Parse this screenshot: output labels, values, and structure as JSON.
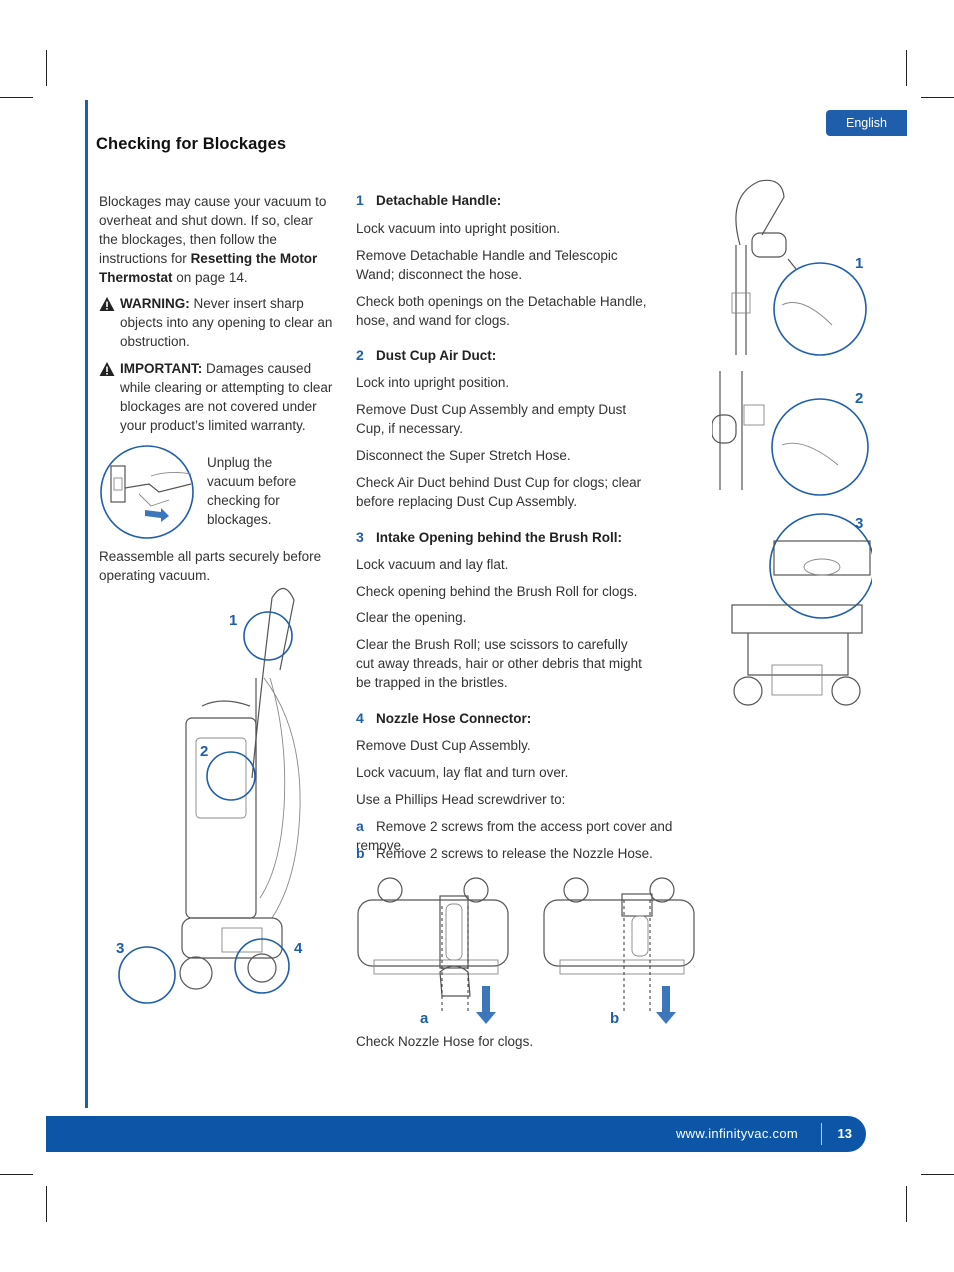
{
  "header": {
    "title": "Checking for Blockages",
    "language": "English"
  },
  "intro": {
    "text_before": "Blockages may cause your vacuum to overheat and shut down. If so, clear the blockages, then follow the instructions for",
    "text_bold": "Resetting the Motor Thermostat",
    "text_after": "on page 14.",
    "warning_label": "WARNING:",
    "warning_text": "Never insert sharp objects into any opening to clear an obstruction.",
    "important_label": "IMPORTANT:",
    "important_text": "Damages caused while clearing or attempting to clear blockages are not covered under your product’s limited warranty.",
    "unplug_text": "Unplug the vacuum before checking for blockages.",
    "reassemble_text": "Reassemble all parts securely before operating vacuum."
  },
  "steps": [
    {
      "number": "1",
      "heading": "Detachable Handle:",
      "lines": [
        "Lock vacuum into upright position.",
        "Remove Detachable Handle and Telescopic Wand; disconnect the hose.",
        "Check both openings on the Detachable Handle, hose, and wand for clogs."
      ]
    },
    {
      "number": "2",
      "heading": "Dust Cup Air Duct:",
      "lines": [
        "Lock into upright position.",
        "Remove Dust Cup Assembly and empty Dust Cup, if necessary.",
        "Disconnect the Super Stretch Hose.",
        "Check Air Duct behind Dust Cup for clogs; clear before replacing Dust Cup Assembly."
      ]
    },
    {
      "number": "3",
      "heading": "Intake Opening behind the Brush Roll:",
      "lines": [
        "Lock vacuum and lay flat.",
        "Check opening behind the Brush Roll for clogs.",
        "Clear the opening.",
        "Clear the Brush Roll; use scissors to carefully cut away threads, hair or other debris that might be trapped in the bristles."
      ]
    },
    {
      "number": "4",
      "heading": "Nozzle Hose Connector:",
      "lines": [
        "Remove Dust Cup Assembly.",
        "Lock vacuum, lay flat and turn over.",
        "Use a Phillips Head screwdriver to:"
      ],
      "substeps": [
        {
          "letter": "a",
          "text": "Remove 2 screws from the access port cover and remove."
        },
        {
          "letter": "b",
          "text": "Remove 2 screws to release the Nozzle Hose."
        }
      ]
    }
  ],
  "closing": "Check Nozzle Hose for clogs.",
  "callouts": {
    "vac1": "1",
    "vac2": "2",
    "vac3": "3",
    "vac4": "4",
    "right1": "1",
    "right2": "2",
    "right3": "3",
    "bottom_a": "a",
    "bottom_b": "b"
  },
  "footer": {
    "url": "www.infinityvac.com",
    "page": "13"
  },
  "colors": {
    "accent": "#1f5eaa",
    "footer": "#0d55a6"
  }
}
